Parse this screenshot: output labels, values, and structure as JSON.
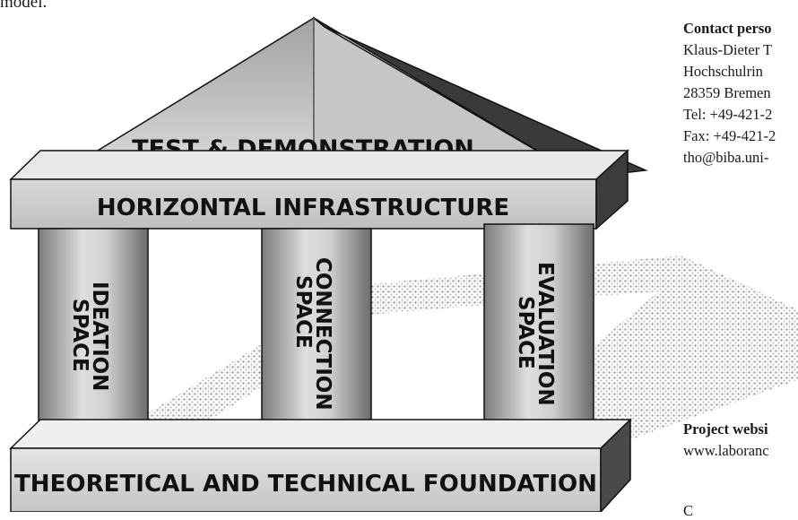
{
  "caption_fragment": "model.",
  "pediment": {
    "label": "TEST & DEMONSTRATION"
  },
  "beam": {
    "label": "HORIZONTAL INFRASTRUCTURE"
  },
  "pillars": [
    {
      "line1": "IDEATION",
      "line2": "SPACE"
    },
    {
      "line1": "CONNECTION",
      "line2": "SPACE"
    },
    {
      "line1": "EVALUATION",
      "line2": "SPACE"
    }
  ],
  "base": {
    "label": "THEORETICAL AND TECHNICAL FOUNDATION"
  },
  "contact": {
    "heading": "Contact perso",
    "lines": [
      "Klaus-Dieter T",
      "Hochschulrin",
      "28359 Bremen",
      "Tel: +49-421-2",
      "Fax: +49-421-2",
      "tho@biba.uni-"
    ]
  },
  "website": {
    "heading": "Project websi",
    "url": "www.laboranc"
  },
  "bottom_fragment": "C"
}
